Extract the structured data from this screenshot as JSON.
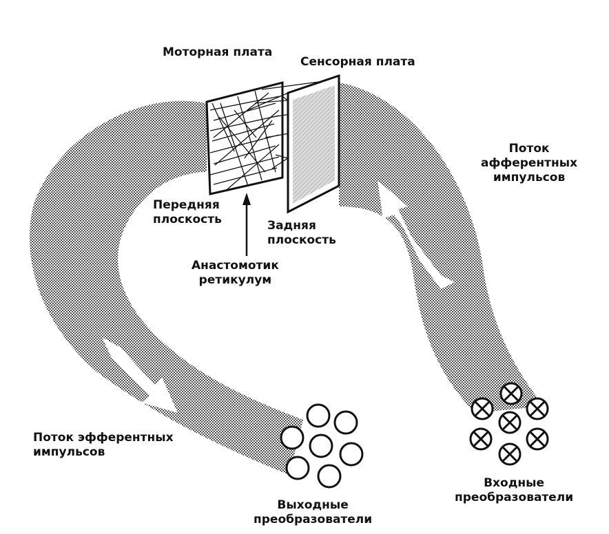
{
  "labels": {
    "motor_plate": "Моторная плата",
    "sensor_plate": "Сенсорная плата",
    "afferent_flow": [
      "Поток",
      "афферентных",
      "импульсов"
    ],
    "front_plane": [
      "Передняя",
      "плоскость"
    ],
    "back_plane": [
      "Задняя",
      "плоскость"
    ],
    "reticulum": [
      "Анастомотик",
      "ретикулум"
    ],
    "efferent_flow": [
      "Поток эфферентных",
      "импульсов"
    ],
    "output_transducers": [
      "Выходные",
      "преобразователи"
    ],
    "input_transducers": [
      "Входные",
      "преобразователи"
    ]
  },
  "transducers": {
    "output_count": 7,
    "input_count": 7
  },
  "colors": {
    "band_dot": "#2a2a2a",
    "ink": "#111111",
    "background": "#ffffff"
  }
}
